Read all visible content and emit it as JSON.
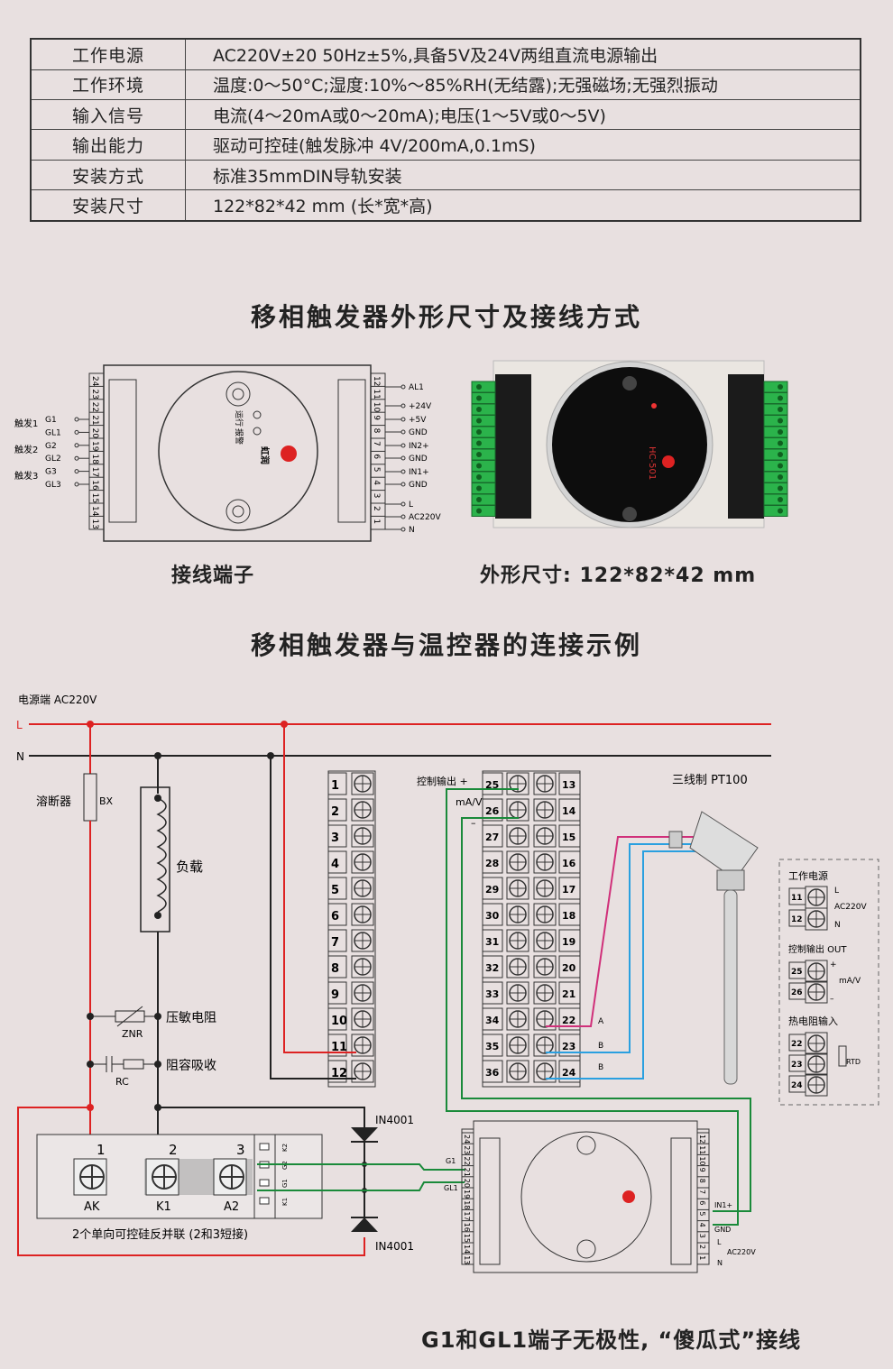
{
  "specs": [
    {
      "k": "工作电源",
      "v": "AC220V±20  50Hz±5%,具备5V及24V两组直流电源输出"
    },
    {
      "k": "工作环境",
      "v": "温度:0～50°C;湿度:10%～85%RH(无结露);无强磁场;无强烈振动"
    },
    {
      "k": "输入信号",
      "v": "电流(4～20mA或0～20mA);电压(1～5V或0～5V)"
    },
    {
      "k": "输出能力",
      "v": "驱动可控硅(触发脉冲 4V/200mA,0.1mS)"
    },
    {
      "k": "安装方式",
      "v": "标准35mmDIN导轨安装"
    },
    {
      "k": "安装尺寸",
      "v": "122*82*42 mm (长*宽*高)"
    }
  ],
  "section1_title": "移相触发器外形尺寸及接线方式",
  "caption_terminals": "接线端子",
  "caption_dims": "外形尺寸: 122*82*42 mm",
  "section2_title": "移相触发器与温控器的连接示例",
  "footer": "G1和GL1端子无极性, “傻瓜式”接线",
  "drawing1": {
    "left_nums": [
      "24",
      "23",
      "22",
      "21",
      "20",
      "19",
      "18",
      "17",
      "16",
      "15",
      "14",
      "13"
    ],
    "right_nums": [
      "12",
      "11",
      "10",
      "9",
      "8",
      "7",
      "6",
      "5",
      "4",
      "3",
      "2",
      "1"
    ],
    "left_groups": [
      "触发1",
      "触发2",
      "触发3"
    ],
    "left_sigs": [
      "G1",
      "GL1",
      "G2",
      "GL2",
      "G3",
      "GL3"
    ],
    "right_sigs": [
      "AL1",
      "+24V",
      "+5V",
      "GND",
      "IN2+",
      "GND",
      "IN1+",
      "GND",
      "L",
      "AC220V",
      "N"
    ],
    "status": [
      "运行",
      "报警"
    ],
    "brand": "虹润"
  },
  "photo": {
    "model_text": "HC-501"
  },
  "wiring": {
    "source": "电源端  AC220V",
    "L": "L",
    "N": "N",
    "fuse": "溶断器",
    "fuse_code": "BX",
    "load": "负载",
    "znr": "ZNR",
    "znr_label": "压敏电阻",
    "rc": "RC",
    "rc_label": "阻容吸收",
    "scr_nums": [
      "1",
      "2",
      "3"
    ],
    "scr_terms": [
      "AK",
      "K1",
      "A2"
    ],
    "scr_side": [
      "K2",
      "G2",
      "G1",
      "K1"
    ],
    "scr_caption": "2个单向可控硅反并联 (2和3短接)",
    "diode": "IN4001",
    "ctl_left": [
      "1",
      "2",
      "3",
      "4",
      "5",
      "6",
      "7",
      "8",
      "9",
      "10",
      "11",
      "12"
    ],
    "ctl_mid": [
      "25",
      "26",
      "27",
      "28",
      "29",
      "30",
      "31",
      "32",
      "33",
      "34",
      "35",
      "36"
    ],
    "ctl_right": [
      "13",
      "14",
      "15",
      "16",
      "17",
      "18",
      "19",
      "20",
      "21",
      "22",
      "23",
      "24"
    ],
    "ctl_out": "控制输出 +",
    "ma_v": "mA/V",
    "minus": "–",
    "abb": [
      "A",
      "B",
      "B"
    ],
    "pt100": "三线制 PT100",
    "legend": {
      "power": "工作电源",
      "t11": "11",
      "t12": "12",
      "L": "L",
      "ac": "AC220V",
      "N": "N",
      "out": "控制输出 OUT",
      "t25": "25",
      "t26": "26",
      "plus": "+",
      "mav": "mA/V",
      "minus": "–",
      "rtd_in": "热电阻输入",
      "t22": "22",
      "t23": "23",
      "t24": "24",
      "rtd": "RTD"
    },
    "trig_g1": "G1",
    "trig_gl1": "GL1",
    "trig_in1": "IN1+",
    "trig_gnd": "GND",
    "trig_L": "L",
    "trig_ac": "AC220V",
    "trig_N": "N"
  }
}
